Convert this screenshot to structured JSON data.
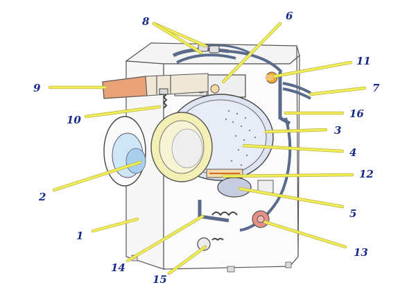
{
  "diagram": {
    "callouts": [
      {
        "id": "1",
        "label": "1"
      },
      {
        "id": "2",
        "label": "2"
      },
      {
        "id": "3",
        "label": "3"
      },
      {
        "id": "4",
        "label": "4"
      },
      {
        "id": "5",
        "label": "5"
      },
      {
        "id": "6",
        "label": "6"
      },
      {
        "id": "7",
        "label": "7"
      },
      {
        "id": "8",
        "label": "8"
      },
      {
        "id": "9",
        "label": "9"
      },
      {
        "id": "10",
        "label": "10"
      },
      {
        "id": "11",
        "label": "11"
      },
      {
        "id": "12",
        "label": "12"
      },
      {
        "id": "13",
        "label": "13"
      },
      {
        "id": "14",
        "label": "14"
      },
      {
        "id": "15",
        "label": "15"
      },
      {
        "id": "16",
        "label": "16"
      }
    ],
    "colors": {
      "label": "#1a2a8c",
      "leader": "#f2ee56",
      "detergent_drawer": "#e9a177",
      "drum": "#dfe4f3",
      "drum_ring": "#f3efb5",
      "door_glass": "#cfe6f6",
      "heater_orange": "#f0a63a",
      "pump_pink": "#e58f85",
      "hoses": "#5a6a8a"
    }
  }
}
